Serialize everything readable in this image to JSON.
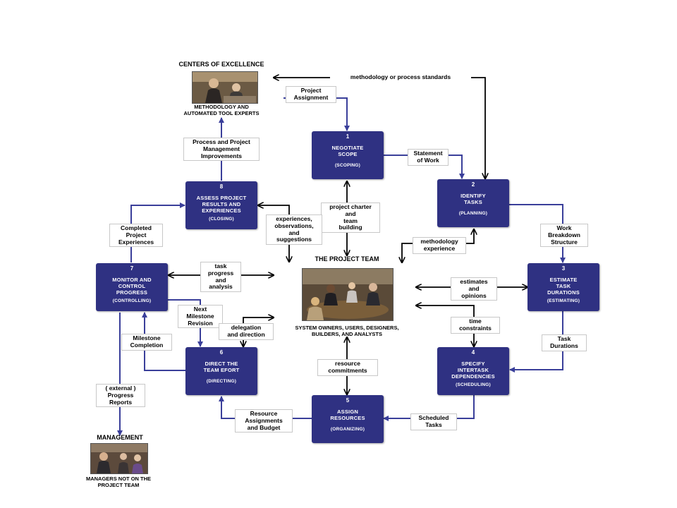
{
  "colors": {
    "step_fill": "#2f3182",
    "flow_arrow": "#3a3f9a",
    "feedback_arrow": "#000000"
  },
  "groups": {
    "coe": {
      "heading": "CENTERS OF EXCELLENCE",
      "caption": "Methodology and\nAutomated Tool Experts"
    },
    "team": {
      "heading": "THE PROJECT TEAM",
      "caption": "System Owners, Users, Designers,\nBuilders, and Analysts"
    },
    "management": {
      "heading": "MANAGEMENT",
      "caption": "Managers not on the\nProject Team"
    }
  },
  "steps": [
    {
      "num": "1",
      "name": "Negotiate\nScope",
      "phase": "(scoping)"
    },
    {
      "num": "2",
      "name": "Identify\nTasks",
      "phase": "(planning)"
    },
    {
      "num": "3",
      "name": "Estimate\nTask\nDurations",
      "phase": "(estimating)"
    },
    {
      "num": "4",
      "name": "Specify\nIntertask\nDependencies",
      "phase": "(scheduling)"
    },
    {
      "num": "5",
      "name": "Assign\nResources",
      "phase": "(organizing)"
    },
    {
      "num": "6",
      "name": "Direct the\nTeam Efort",
      "phase": "(directing)"
    },
    {
      "num": "7",
      "name": "Monitor and\nControl\nProgress",
      "phase": "(controlling)"
    },
    {
      "num": "8",
      "name": "Assess Project\nResults and\nExperiences",
      "phase": "(closing)"
    }
  ],
  "labels": {
    "methodology_standards": "methodology or process standards",
    "project_assignment": "Project\nAssignment",
    "statement_of_work": "Statement\nof Work",
    "process_improvements": "Process and Project\nManagement\nImprovements",
    "project_charter": "project charter\nand\nteam\nbuilding",
    "experiences_observations": "experiences,\nobservations,\nand\nsuggestions",
    "methodology_experience": "methodology\nexperience",
    "work_breakdown": "Work\nBreakdown\nStructure",
    "completed_experiences": "Completed\nProject\nExperiences",
    "task_progress": "task\nprogress\nand\nanalysis",
    "estimates_opinions": "estimates\nand\nopinions",
    "next_milestone": "Next\nMilestone\nRevision",
    "time_constraints": "time\nconstraints",
    "delegation_direction": "delegation\nand direction",
    "milestone_completion": "Milestone\nCompletion",
    "task_durations": "Task\nDurations",
    "resource_commitments": "resource\ncommitments",
    "external_reports": "( external )\nProgress\nReports",
    "resource_assignments": "Resource\nAssignments\nand Budget",
    "scheduled_tasks": "Scheduled\nTasks"
  }
}
